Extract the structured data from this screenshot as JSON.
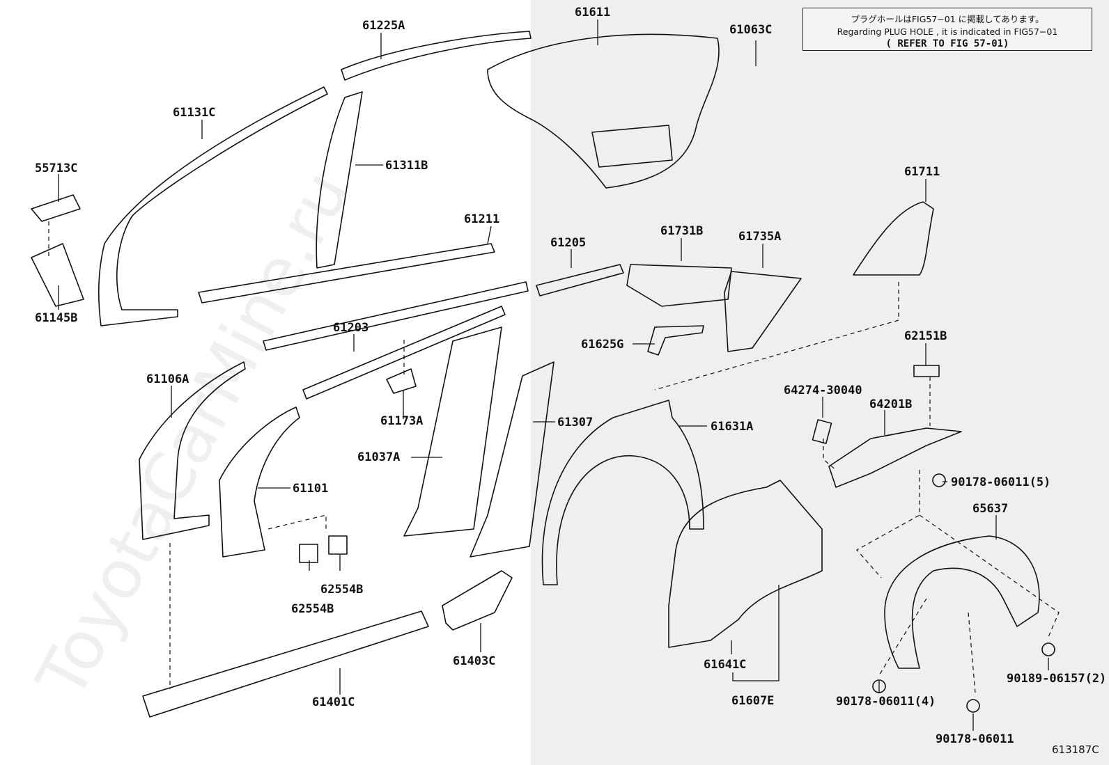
{
  "note": {
    "line1": "プラグホールはFIG57−01 に掲載してあります。",
    "line2": "Regarding PLUG HOLE , it is indicated in FIG57−01",
    "line3": "( REFER TO FIG 57-01)"
  },
  "figure_id": "613187C",
  "watermark": "ToyotaCarMine.ru",
  "parts": [
    "61225A",
    "61611",
    "61063C",
    "61131C",
    "61311B",
    "55713C",
    "61145B",
    "61211",
    "61205",
    "61731B",
    "61735A",
    "61711",
    "61625G",
    "61203",
    "62151B",
    "61106A",
    "61173A",
    "64274-30040",
    "64201B",
    "61307",
    "61631A",
    "61037A",
    "61101",
    "90178-06011(5)",
    "65637",
    "62554B",
    "62554B",
    "61641C",
    "61607E",
    "61403C",
    "61401C",
    "90189-06157(2)",
    "90178-06011(4)",
    "90178-06011"
  ]
}
